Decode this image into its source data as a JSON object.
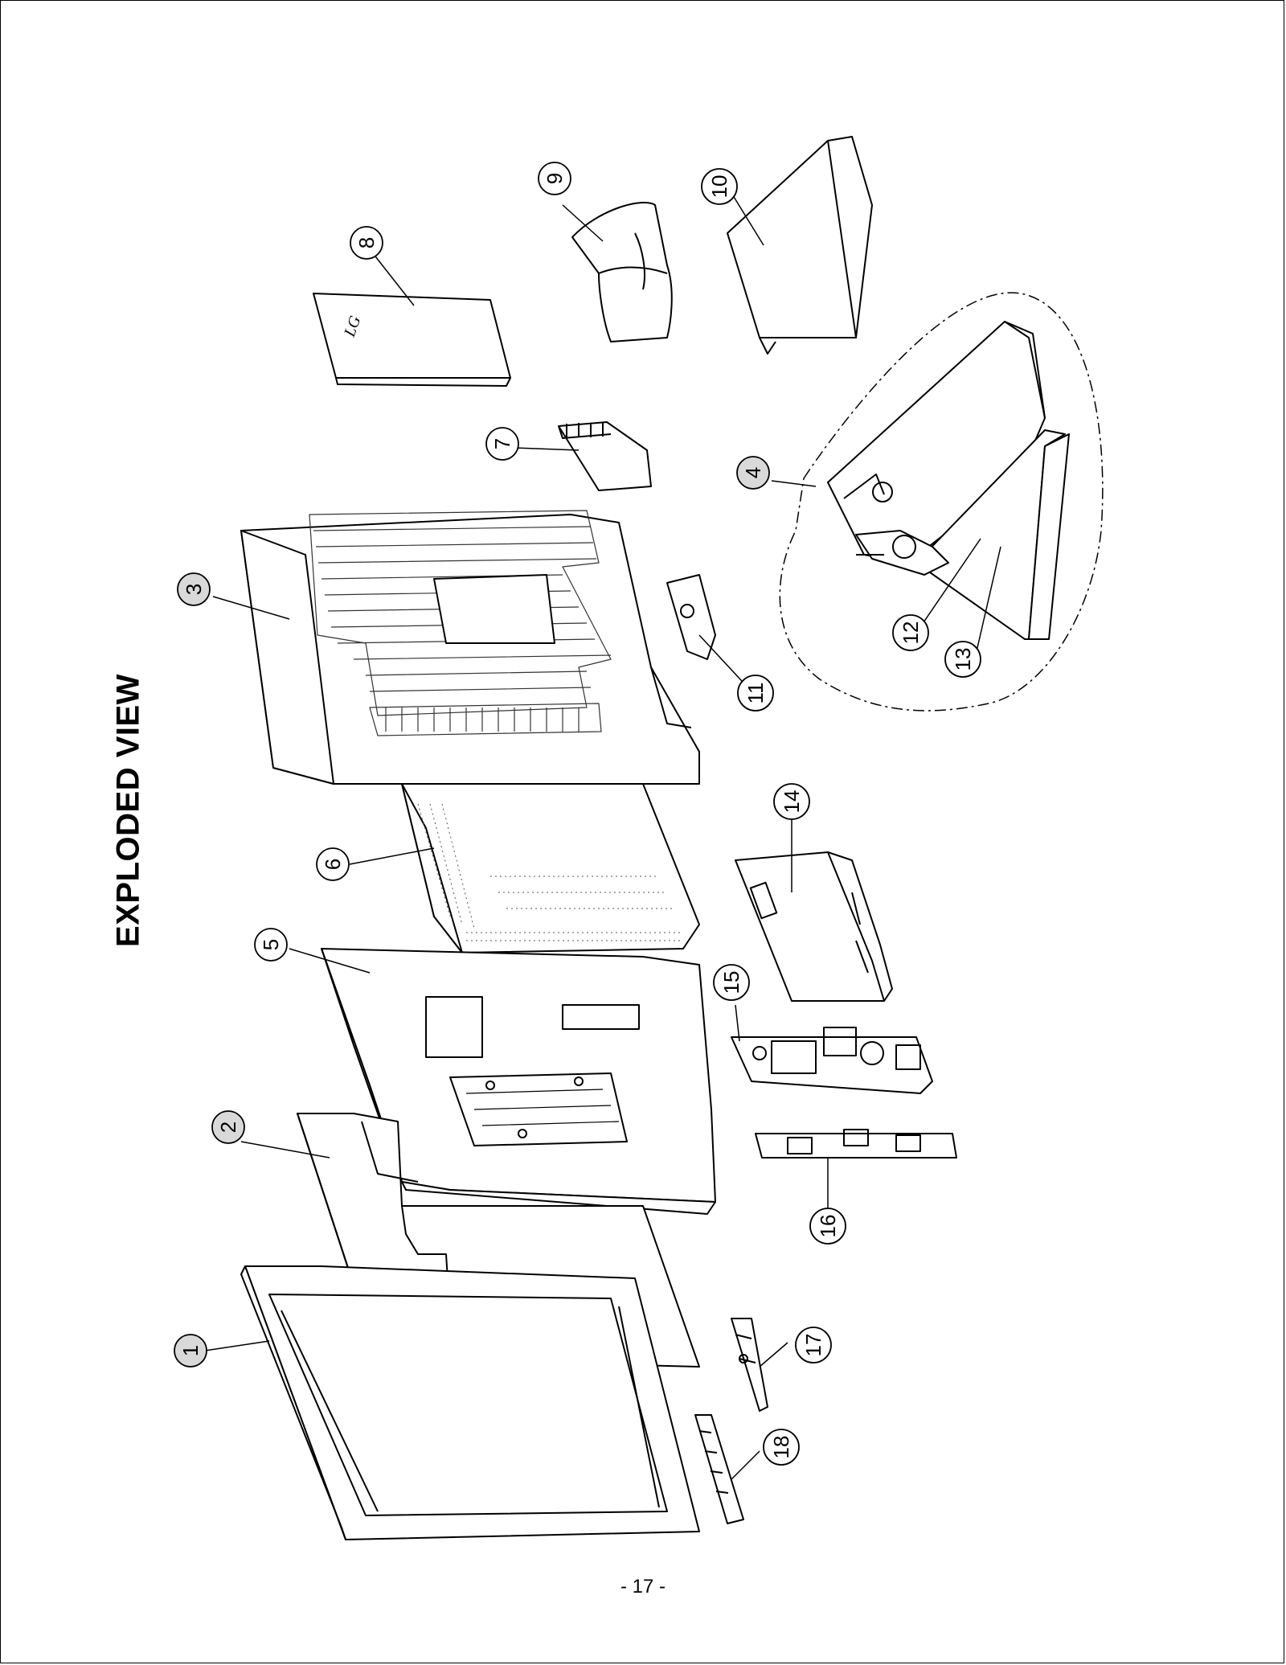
{
  "page": {
    "title": "EXPLODED VIEW",
    "page_number": "- 17 -"
  },
  "callouts": [
    {
      "id": "1",
      "label": "1",
      "shaded": true
    },
    {
      "id": "2",
      "label": "2",
      "shaded": true
    },
    {
      "id": "3",
      "label": "3",
      "shaded": true
    },
    {
      "id": "4",
      "label": "4",
      "shaded": true
    },
    {
      "id": "5",
      "label": "5",
      "shaded": false
    },
    {
      "id": "6",
      "label": "6",
      "shaded": false
    },
    {
      "id": "7",
      "label": "7",
      "shaded": false
    },
    {
      "id": "8",
      "label": "8",
      "shaded": false
    },
    {
      "id": "9",
      "label": "9",
      "shaded": false
    },
    {
      "id": "10",
      "label": "10",
      "shaded": false
    },
    {
      "id": "11",
      "label": "11",
      "shaded": false
    },
    {
      "id": "12",
      "label": "12",
      "shaded": false
    },
    {
      "id": "13",
      "label": "13",
      "shaded": false
    },
    {
      "id": "14",
      "label": "14",
      "shaded": false
    },
    {
      "id": "15",
      "label": "15",
      "shaded": false
    },
    {
      "id": "16",
      "label": "16",
      "shaded": false
    },
    {
      "id": "17",
      "label": "17",
      "shaded": false
    },
    {
      "id": "18",
      "label": "18",
      "shaded": false
    }
  ],
  "colors": {
    "line": "#000000",
    "callout_shade": "#d9d9d9",
    "part_fill": "#ffffff",
    "grille": "#333333"
  }
}
